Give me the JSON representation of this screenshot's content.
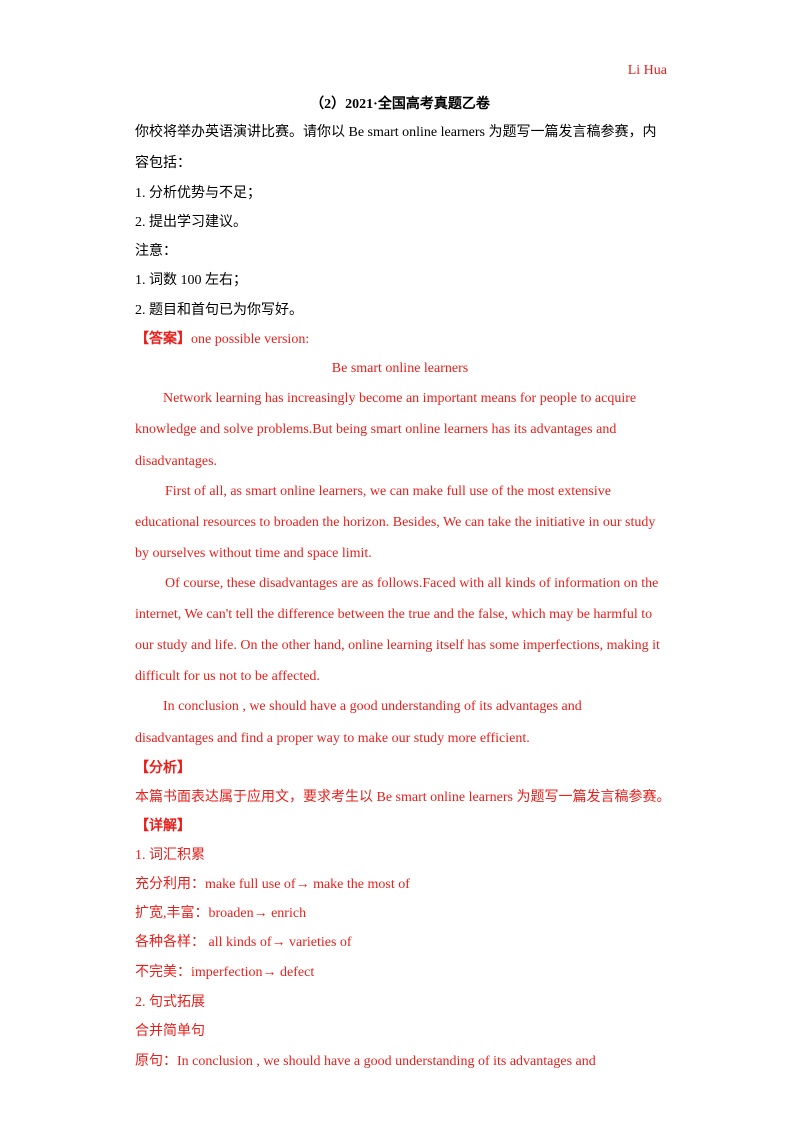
{
  "header": {
    "author": "Li Hua"
  },
  "question": {
    "title": "（2）2021·全国高考真题乙卷",
    "prompt_lines": [
      "你校将举办英语演讲比赛。请你以 Be smart online learners 为题写一篇发言稿参赛，内",
      "容包括：",
      "1. 分析优势与不足；",
      "2. 提出学习建议。",
      "注意：",
      "1. 词数 100 左右；",
      "2. 题目和首句已为你写好。"
    ]
  },
  "answer": {
    "tag": "【答案】",
    "intro": "one possible version:",
    "essay_title": "Be smart online learners",
    "lines": [
      "Network learning has increasingly become an important means for people to acquire",
      "knowledge and solve problems.But being smart online learners has its advantages and",
      "disadvantages.",
      "First of all, as smart online learners, we can make full use of the most extensive",
      "educational resources to broaden the horizon. Besides, We can take the initiative in our study",
      "by ourselves without time and space limit.",
      "Of course, these disadvantages are as follows.Faced with all kinds of information on the",
      "internet, We can't tell the difference between the true and the false, which may be harmful to",
      "our study and life. On the other hand, online learning itself has some imperfections, making it",
      "difficult for us not to be affected.",
      "In conclusion , we should have a good understanding of its advantages and",
      "disadvantages and find a proper way to make our study more efficient."
    ]
  },
  "analysis": {
    "tag": "【分析】",
    "text": "本篇书面表达属于应用文，要求考生以  Be smart online learners 为题写一篇发言稿参赛。"
  },
  "detail": {
    "tag": "【详解】",
    "lines": [
      "1. 词汇积累",
      "充分利用：make full use of→ make the most of",
      "扩宽,丰富：broaden→ enrich",
      "各种各样：  all kinds of→ varieties of",
      "不完美：imperfection→ defect",
      "2. 句式拓展",
      "合并简单句",
      "原句：In conclusion , we should have a good understanding of its advantages and"
    ]
  }
}
